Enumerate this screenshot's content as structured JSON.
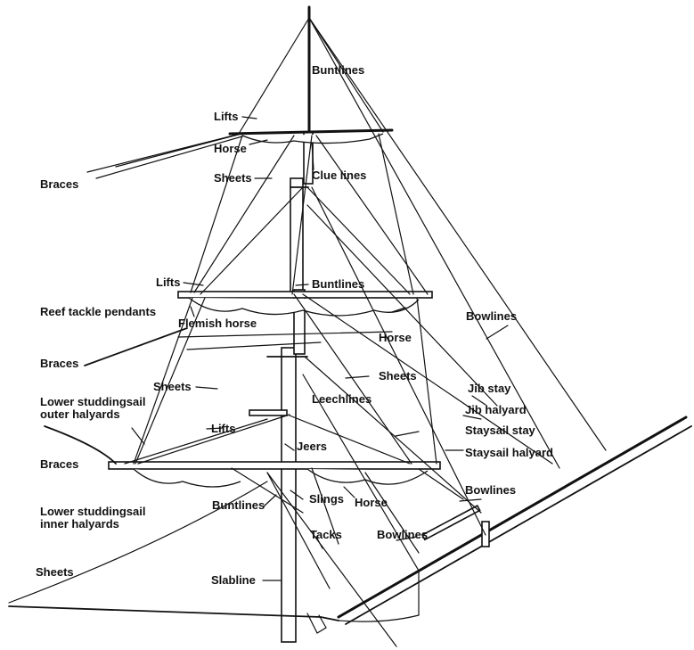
{
  "labels": {
    "buntlines_top": "Buntlines",
    "lifts_top": "Lifts",
    "horse_top": "Horse",
    "braces_top": "Braces",
    "sheets_top": "Sheets",
    "clue_lines": "Clue lines",
    "lifts_mid": "Lifts",
    "buntlines_mid": "Buntlines",
    "reef_tackle_pendants": "Reef tackle pendants",
    "flemish_horse": "Flemish horse",
    "bowlines_right": "Bowlines",
    "horse_mid": "Horse",
    "braces_mid": "Braces",
    "sheets_mid_left": "Sheets",
    "sheets_mid_right": "Sheets",
    "jib_stay": "Jib stay",
    "jib_halyard": "Jib halyard",
    "leechlines": "Leechlines",
    "lower_studdingsail_outer": "Lower studdingsail\nouter halyards",
    "lifts_low": "Lifts",
    "staysail_stay": "Staysail stay",
    "jeers": "Jeers",
    "braces_low": "Braces",
    "staysail_halyard": "Staysail halyard",
    "lower_studdingsail_inner": "Lower studdingsail\ninner halyards",
    "buntlines_low": "Buntlines",
    "slings": "Slings",
    "horse_low": "Horse",
    "bowlines_low_right": "Bowlines",
    "tacks": "Tacks",
    "bowlines_low": "Bowlines",
    "slabline": "Slabline",
    "sheets_low": "Sheets"
  }
}
